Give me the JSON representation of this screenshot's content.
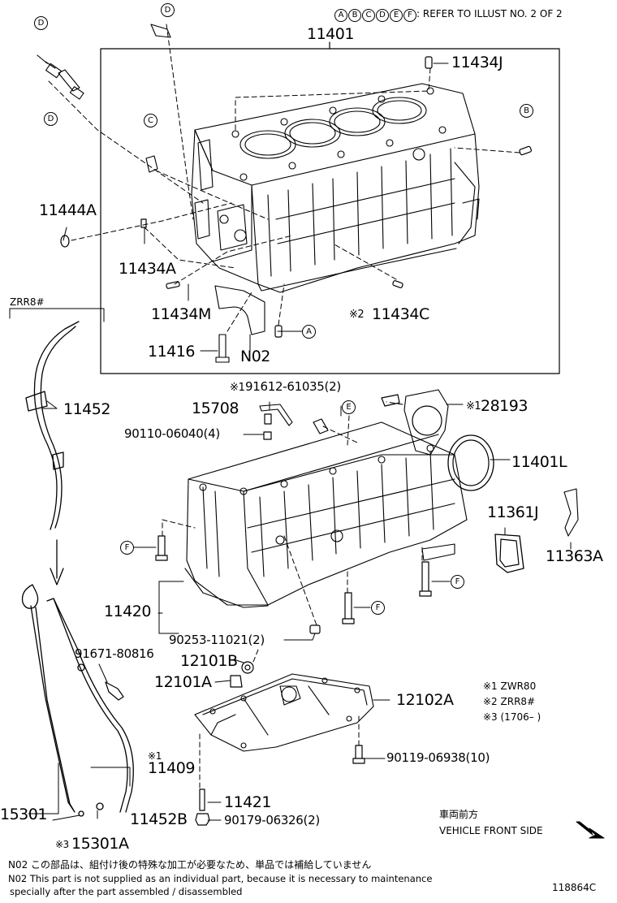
{
  "header": {
    "refs": [
      "A",
      "B",
      "C",
      "D",
      "E",
      "F"
    ],
    "text": ": REFER TO ILLUST NO. 2 OF 2"
  },
  "callouts": {
    "a": "A",
    "b": "B",
    "c": "C",
    "d": "D",
    "e": "E",
    "f": "F"
  },
  "parts": {
    "p11401": "11401",
    "p11434J": "11434J",
    "p11444A": "11444A",
    "p11434A": "11434A",
    "p11434M": "11434M",
    "p11434C": "11434C",
    "p11416": "11416",
    "pN02": "N02",
    "p91612": "91612-61035(2)",
    "p28193": "28193",
    "p15708": "15708",
    "p90110": "90110-06040(4)",
    "p11401L": "11401L",
    "p11361J": "11361J",
    "p11363A": "11363A",
    "p11452": "11452",
    "p11420": "11420",
    "p90253": "90253-11021(2)",
    "p91671": "91671-80816",
    "p12101B": "12101B",
    "p12101A": "12101A",
    "p12102A": "12102A",
    "p90119": "90119-06938(10)",
    "p11409": "11409",
    "p11421": "11421",
    "p15301": "15301",
    "p11452B": "11452B",
    "p90179": "90179-06326(2)",
    "p15301A": "15301A"
  },
  "marks": {
    "m1": "※1",
    "m2": "※2",
    "m3": "※3"
  },
  "variant": "ZRR8#",
  "legend": {
    "l1": "※1 ZWR80",
    "l2": "※2 ZRR8#",
    "l3": "※3 (1706–        )"
  },
  "front": {
    "jp": "車両前方",
    "en": "VEHICLE FRONT SIDE"
  },
  "notes": {
    "jp": "N02  この部品は、組付け後の特殊な加工が必要なため、単品では補給していません",
    "en1": "N02  This part is not supplied as an individual part, because it is necessary to maintenance",
    "en2": "specially after the part assembled / disassembled"
  },
  "illust_id": "118864C"
}
